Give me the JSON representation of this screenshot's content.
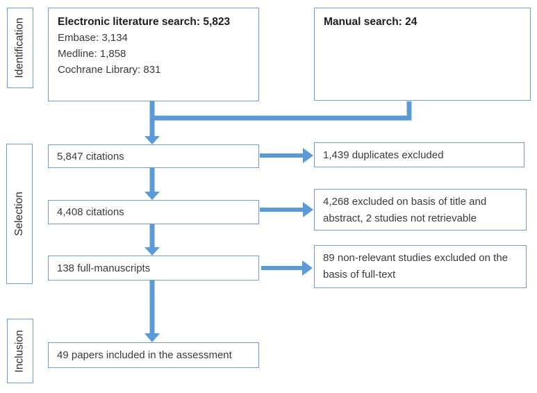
{
  "colors": {
    "accent_blue": "#5b9bd5",
    "box_border_blue": "#6d9bd3",
    "text_dark": "#3a3a3a"
  },
  "stages": {
    "identification": "Identification",
    "selection": "Selection",
    "inclusion": "Inclusion"
  },
  "boxes": {
    "electronic_search": {
      "title": "Electronic literature search: 5,823",
      "lines": [
        "Embase: 3,134",
        "Medline: 1,858",
        "Cochrane Library: 831"
      ]
    },
    "manual_search": {
      "title": "Manual search: 24"
    },
    "citations_initial": "5,847 citations",
    "duplicates_excluded": "1,439 duplicates excluded",
    "citations_deduped": "4,408 citations",
    "title_abstract_excluded": "4,268 excluded on basis of title and abstract, 2 studies not retrievable",
    "full_manuscripts": "138 full-manuscripts",
    "fulltext_excluded": "89 non-relevant studies excluded on the basis of full-text",
    "included": "49 papers included in the assessment"
  }
}
